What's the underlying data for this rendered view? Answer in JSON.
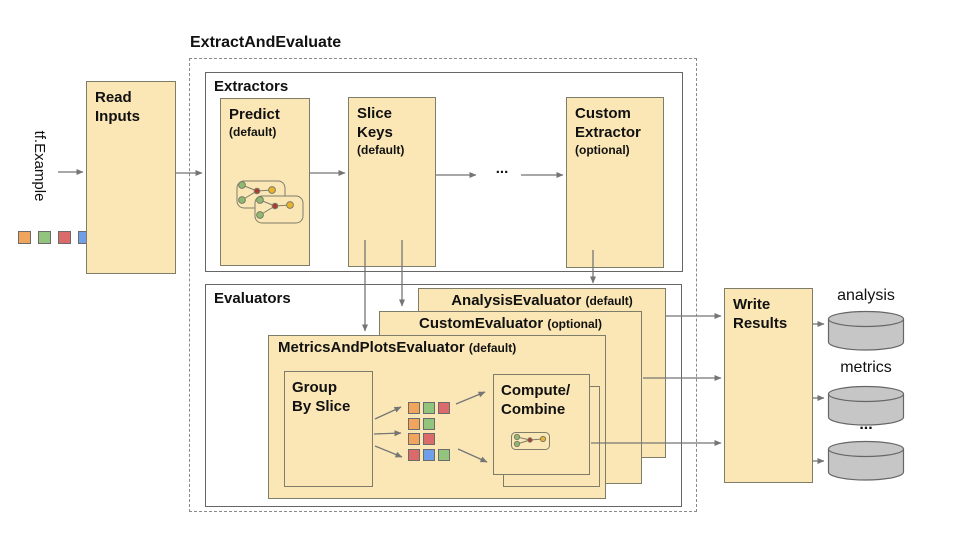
{
  "palette": {
    "box_fill": "#FAE7B5",
    "box_border": "#7D7D6A",
    "frame_border": "#666666",
    "arrow": "#757575",
    "cylinder_fill": "#C6C6C6",
    "cylinder_border": "#666666",
    "orange": "#F0A45C",
    "green": "#93C47D",
    "red": "#DB6A6A",
    "blue": "#6F9FE8",
    "dot_green": "#8DBA70",
    "dot_red": "#A83C32",
    "dot_yellow": "#E9B32A"
  },
  "input": {
    "label": "tf.Example",
    "legend_squares": [
      "orange",
      "green",
      "red",
      "blue"
    ]
  },
  "read_inputs": {
    "title_lines": [
      "Read",
      "Inputs"
    ]
  },
  "pipeline": {
    "title": "ExtractAndEvaluate"
  },
  "extractors": {
    "label": "Extractors",
    "predict": {
      "title": "Predict",
      "qualifier": "(default)"
    },
    "slice_keys": {
      "title_lines": [
        "Slice",
        "Keys"
      ],
      "qualifier": "(default)"
    },
    "ellipsis": "...",
    "custom_extractor": {
      "title_lines": [
        "Custom",
        "Extractor"
      ],
      "qualifier": "(optional)"
    }
  },
  "evaluators": {
    "label": "Evaluators",
    "analysis_evaluator": {
      "name": "AnalysisEvaluator",
      "qualifier": "(default)"
    },
    "custom_evaluator": {
      "name": "CustomEvaluator",
      "qualifier": "(optional)"
    },
    "metrics_and_plots_evaluator": {
      "name": "MetricsAndPlotsEvaluator",
      "qualifier": "(default)",
      "group_by_slice": {
        "title_lines": [
          "Group",
          "By Slice"
        ]
      },
      "slice_grid_rows": [
        [
          "orange",
          "green",
          "red"
        ],
        [
          "orange",
          "green"
        ],
        [
          "orange",
          "red"
        ],
        [
          "red",
          "blue",
          "green"
        ]
      ],
      "compute_combine": {
        "title_lines": [
          "Compute/",
          "Combine"
        ]
      }
    }
  },
  "write_results": {
    "title_lines": [
      "Write",
      "Results"
    ]
  },
  "outputs": [
    {
      "label": "analysis"
    },
    {
      "label": "metrics"
    },
    {
      "label": "..."
    }
  ]
}
